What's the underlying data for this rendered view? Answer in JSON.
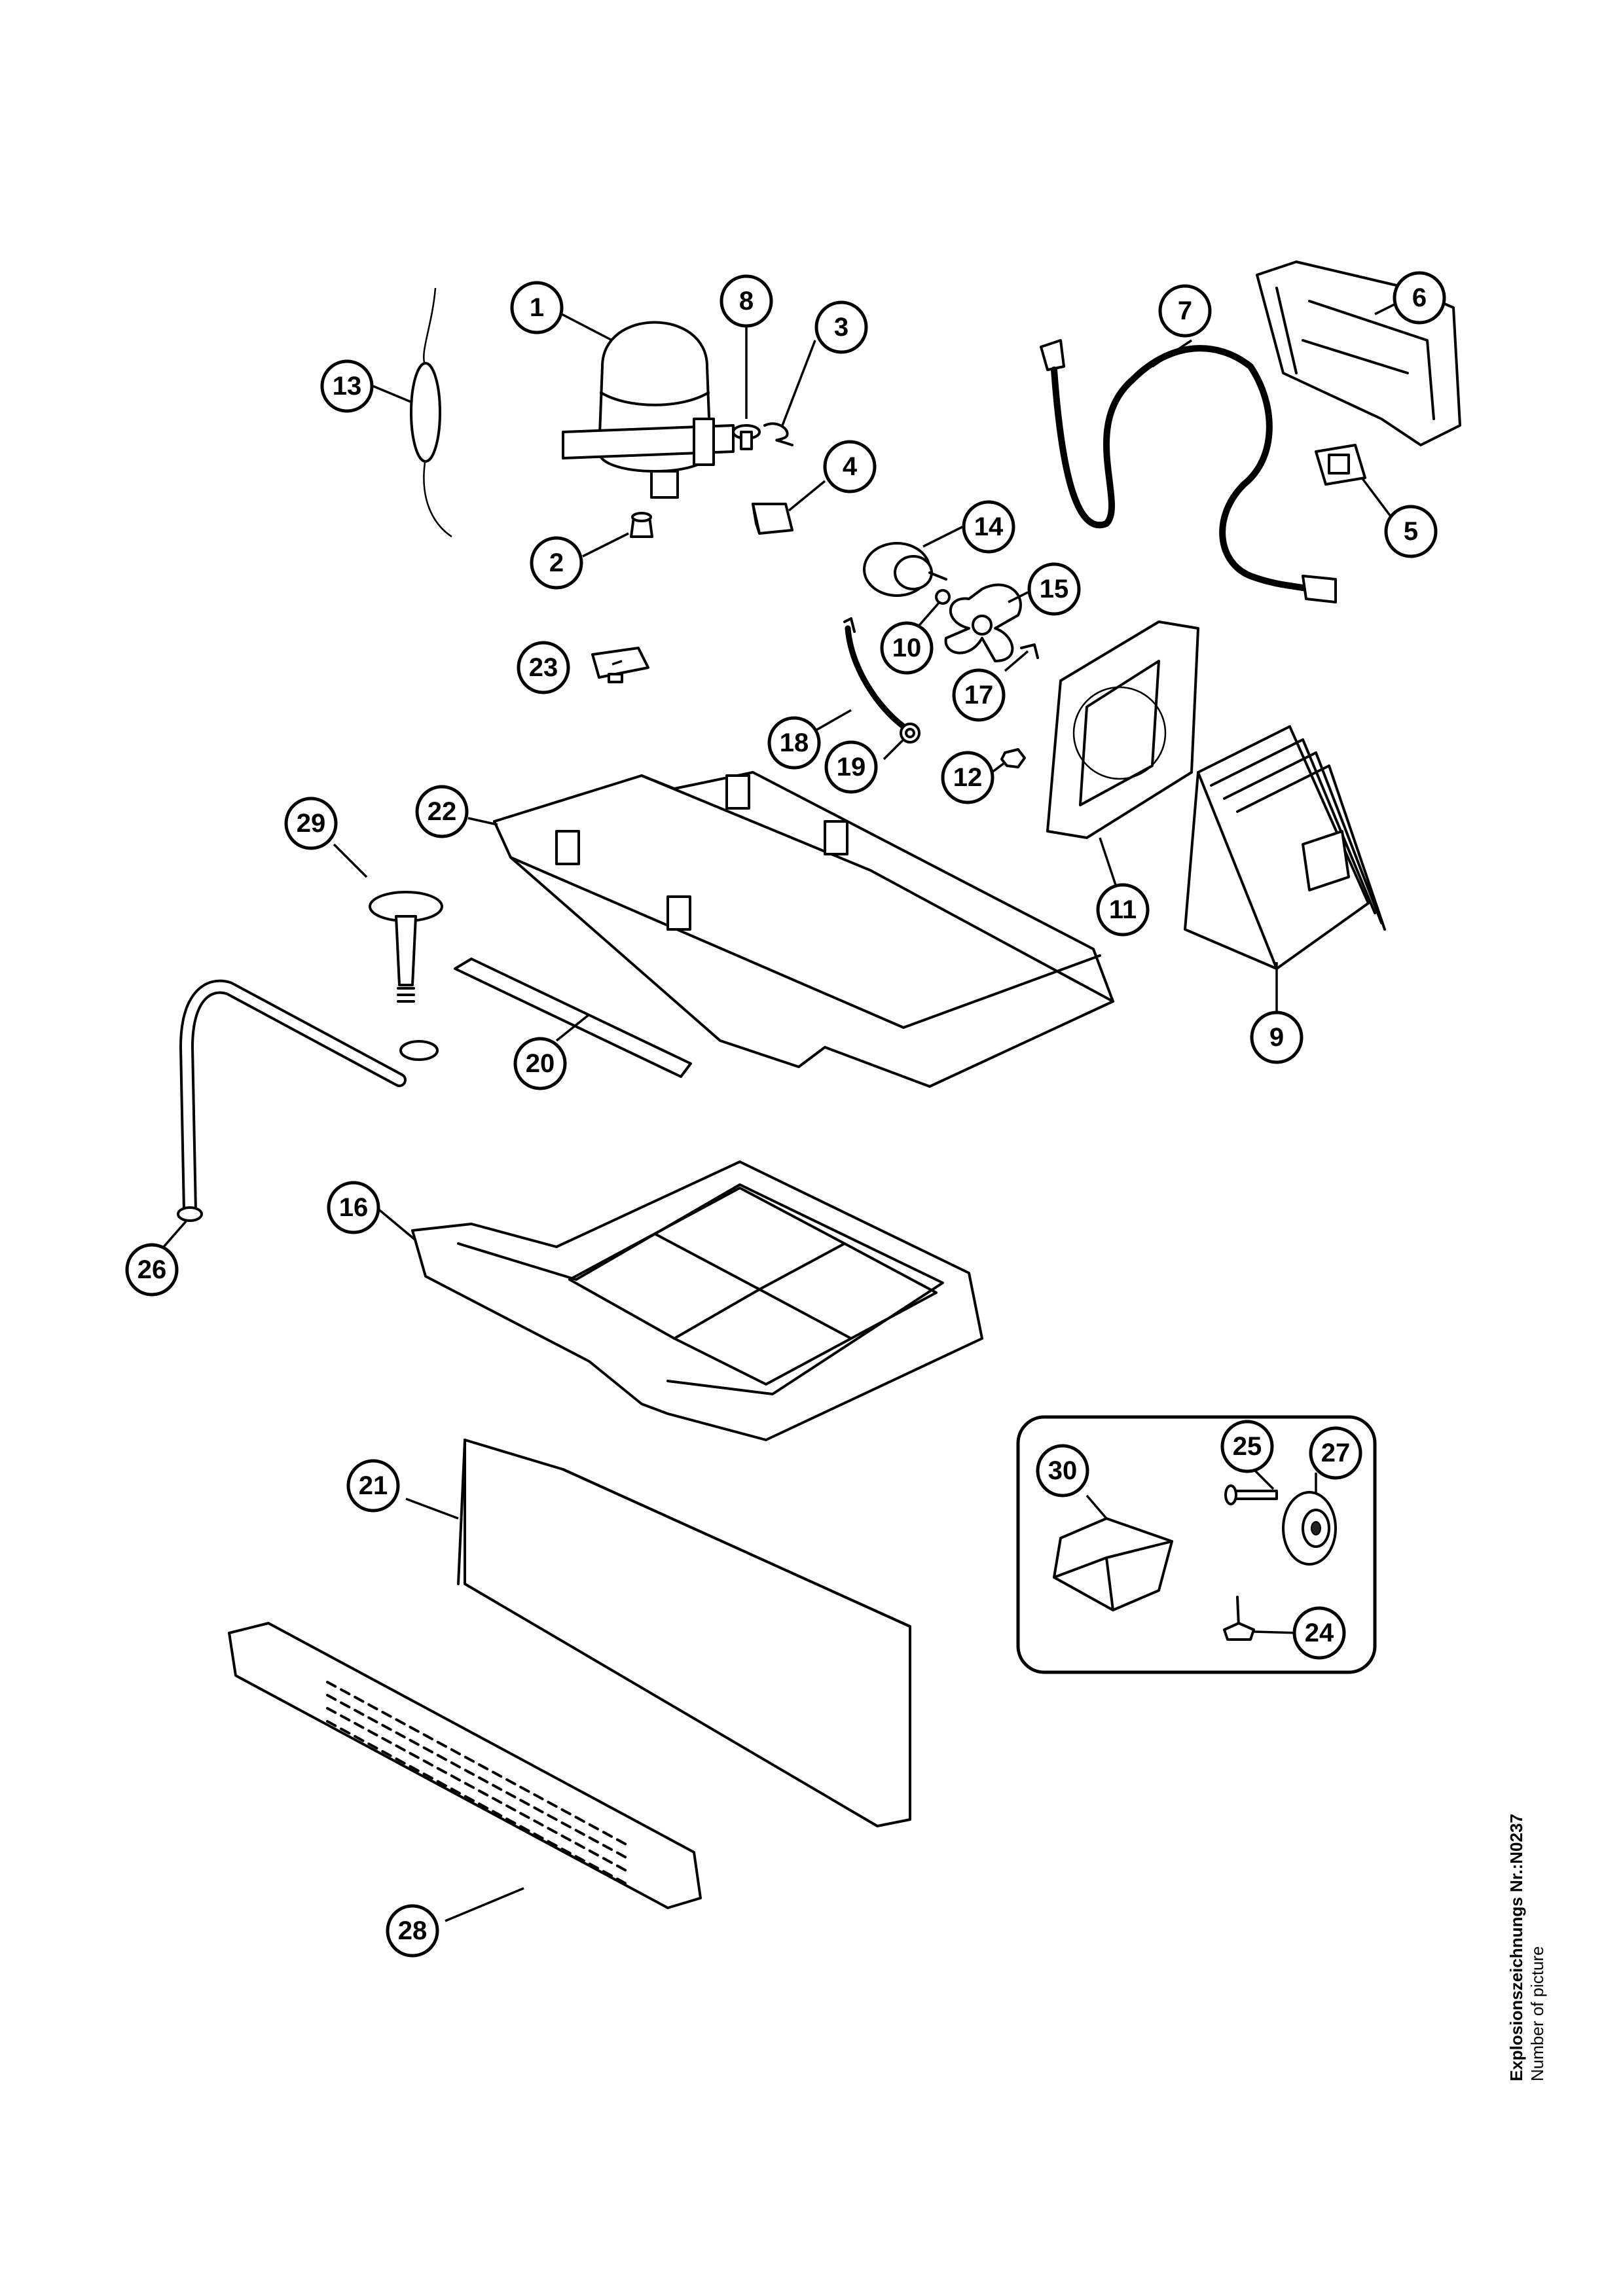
{
  "callouts": [
    "1",
    "2",
    "3",
    "4",
    "5",
    "6",
    "7",
    "8",
    "9",
    "10",
    "11",
    "12",
    "13",
    "14",
    "15",
    "16",
    "17",
    "18",
    "19",
    "20",
    "21",
    "22",
    "23",
    "24",
    "25",
    "26",
    "27",
    "28",
    "29",
    "30"
  ],
  "caption": {
    "title": "Explosionszeichnungs Nr.:N0237",
    "subtitle": "Number of picture"
  }
}
